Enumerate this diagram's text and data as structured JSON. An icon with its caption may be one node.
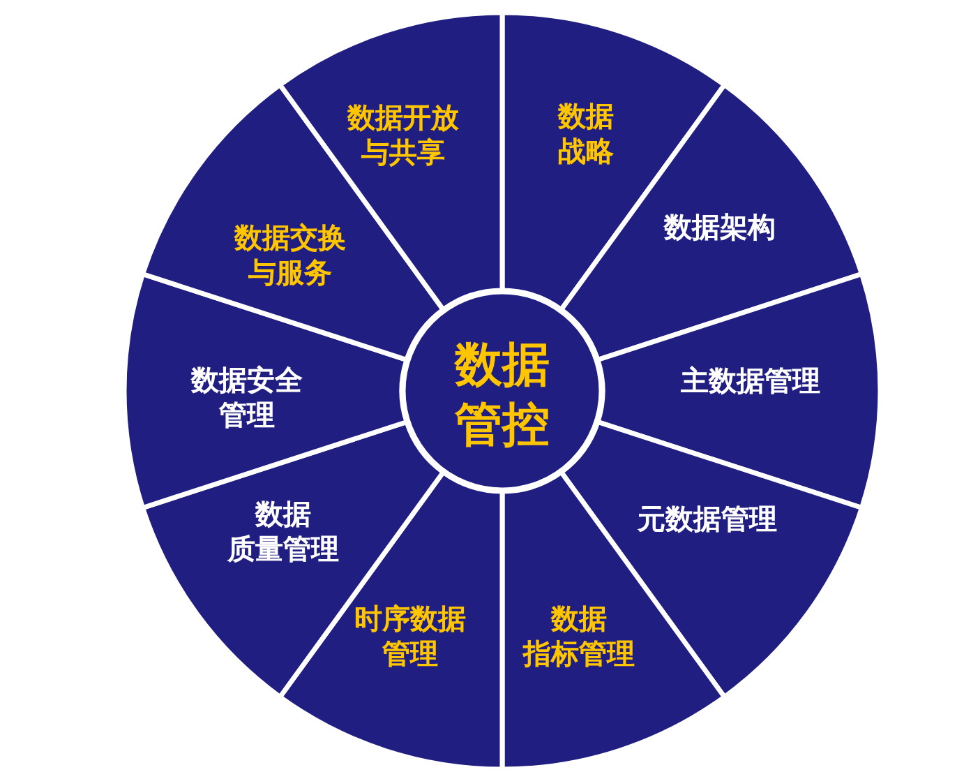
{
  "diagram": {
    "nodes": [
      {
        "text": [
          "数据管控"
        ]
      },
      {
        "text": [
          "数据战略"
        ]
      },
      {
        "text": [
          "数据架构"
        ]
      },
      {
        "text": [
          "主数据管理"
        ]
      },
      {
        "text": [
          "元数据管理"
        ]
      },
      {
        "text": [
          "数据指标管理"
        ]
      },
      {
        "text": [
          "时序数据管理"
        ]
      },
      {
        "text": [
          "数据质量管理"
        ]
      },
      {
        "text": [
          "数据安全管理"
        ]
      },
      {
        "text": [
          "数据交换与服务"
        ]
      },
      {
        "text": [
          "数据开放与共享"
        ]
      }
    ]
  }
}
